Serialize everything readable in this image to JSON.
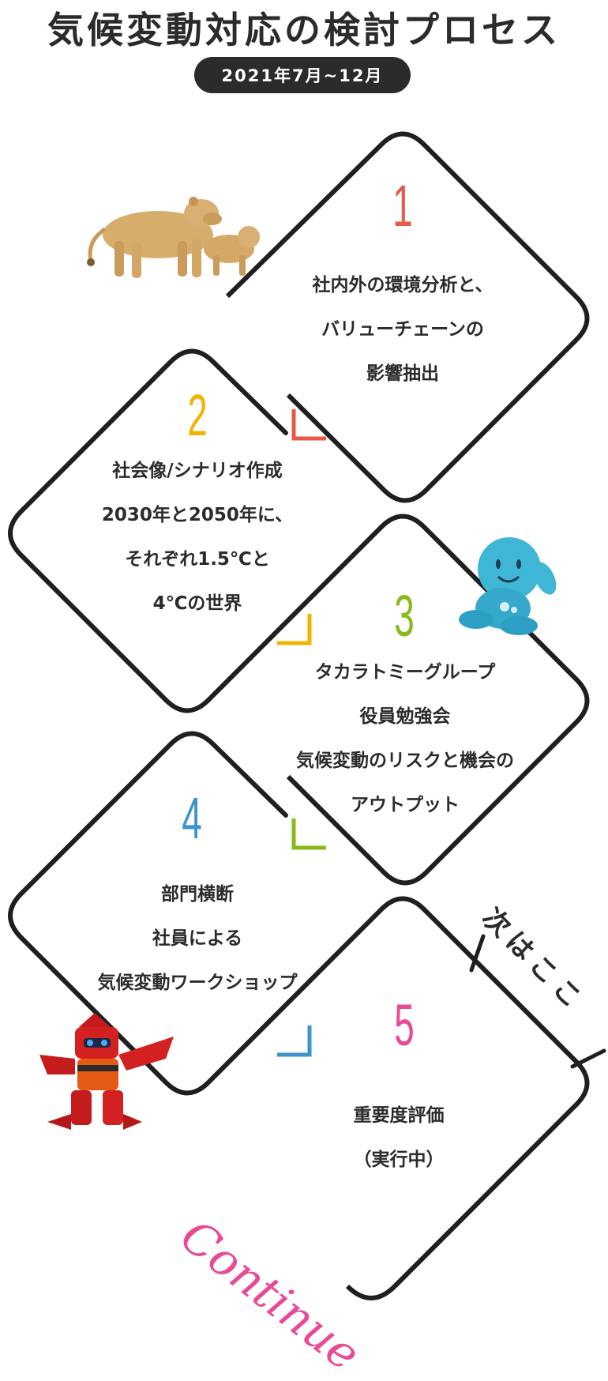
{
  "header": {
    "title": "気候変動対応の検討プロセス",
    "period": "2021年7月~12月"
  },
  "colors": {
    "step1": "#e8594a",
    "step2": "#f0b400",
    "step3": "#8ab91a",
    "step4": "#3d94cc",
    "step5": "#e84a96",
    "line": "#1f1f1f"
  },
  "steps": [
    {
      "number": "1",
      "lines": [
        "社内外の環境分析と、",
        "バリューチェーンの",
        "影響抽出"
      ]
    },
    {
      "number": "2",
      "lines": [
        "社会像/シナリオ作成",
        "2030年と2050年に、",
        "それぞれ1.5℃と",
        "4℃の世界"
      ]
    },
    {
      "number": "3",
      "lines": [
        "タカラトミーグループ",
        "役員勉強会",
        "気候変動のリスクと機会の",
        "アウトプット"
      ]
    },
    {
      "number": "4",
      "lines": [
        "部門横断",
        "社員による",
        "気候変動ワークショップ"
      ]
    },
    {
      "number": "5",
      "lines": [
        "重要度評価",
        "（実行中）"
      ]
    }
  ],
  "callout": {
    "next_here": "次はここ",
    "continue": "Continue"
  },
  "illustrations": {
    "lions": "lion-figures-icon",
    "mascot": "blue-mascot-icon",
    "robot": "red-robot-icon"
  }
}
